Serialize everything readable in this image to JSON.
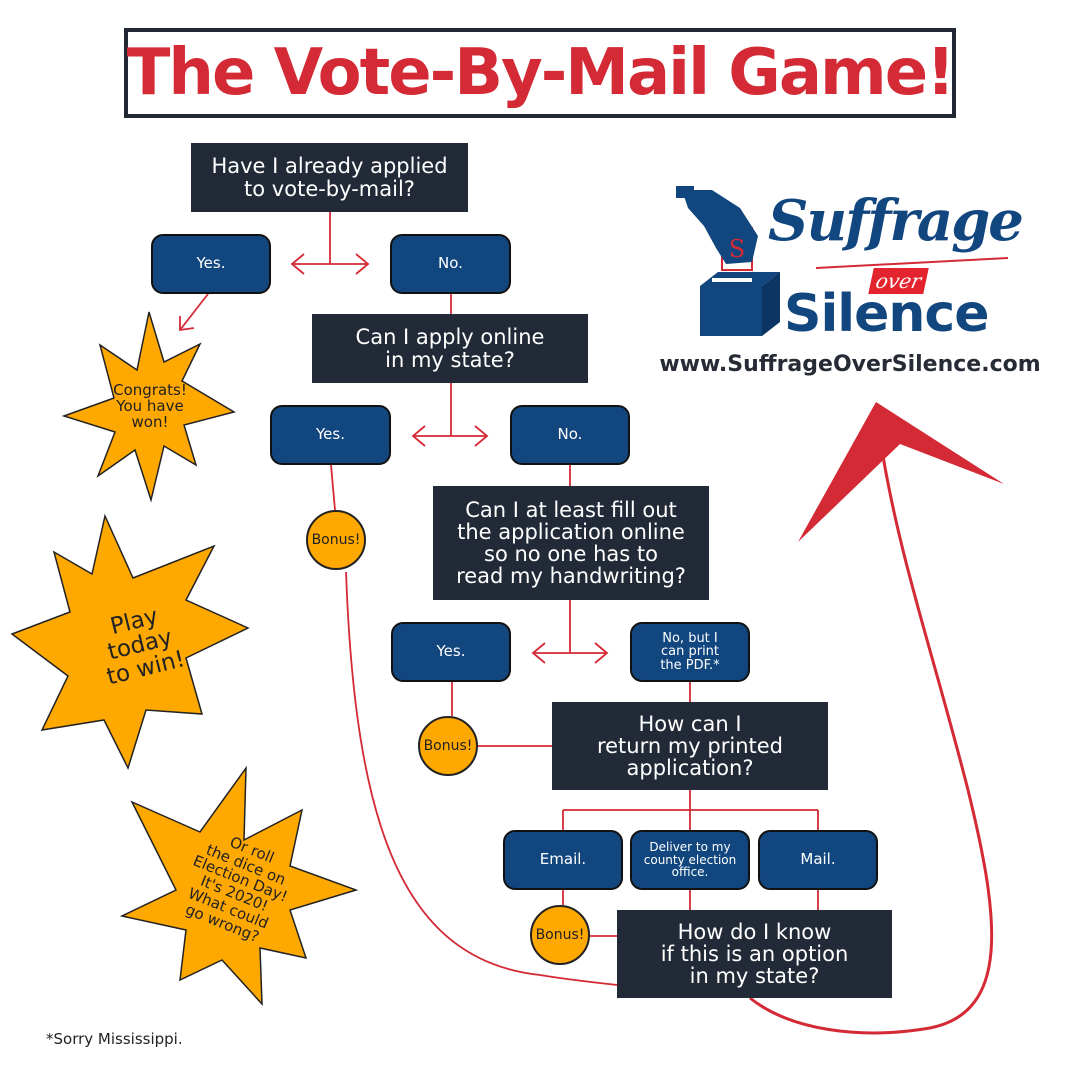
{
  "title": "The Vote-By-Mail Game!",
  "logo": {
    "word_top": "Suffrage",
    "word_middle": "over",
    "word_bottom": "Silence",
    "url": "www.SuffrageOverSilence.com",
    "ballot_letter": "S"
  },
  "questions": {
    "q1": "Have I already applied\nto vote-by-mail?",
    "q2": "Can I apply online\nin my state?",
    "q3": "Can I at least fill out\nthe application online\nso no one has to\nread my handwriting?",
    "q4": "How can I\nreturn my printed\napplication?",
    "q5": "How do I know\nif this is an option\nin my state?"
  },
  "answers": {
    "q1_yes": "Yes.",
    "q1_no": "No.",
    "q2_yes": "Yes.",
    "q2_no": "No.",
    "q3_yes": "Yes.",
    "q3_no": "No, but I\ncan print\nthe PDF.*",
    "q4_email": "Email.",
    "q4_deliver": "Deliver to my\ncounty election\noffice.",
    "q4_mail": "Mail."
  },
  "bonus_label": "Bonus!",
  "bursts": {
    "congrats": "Congrats!\nYou have\nwon!",
    "play": "Play\ntoday\nto win!",
    "roll": "Or roll\nthe dice on\nElection Day!\nIt's 2020!\nWhat could\ngo wrong?"
  },
  "footnote": "*Sorry Mississippi.",
  "colors": {
    "title_red": "#d42a35",
    "question_bg": "#232a37",
    "answer_bg": "#12467f",
    "burst_orange": "#fea800",
    "line_red": "#d42a35"
  }
}
